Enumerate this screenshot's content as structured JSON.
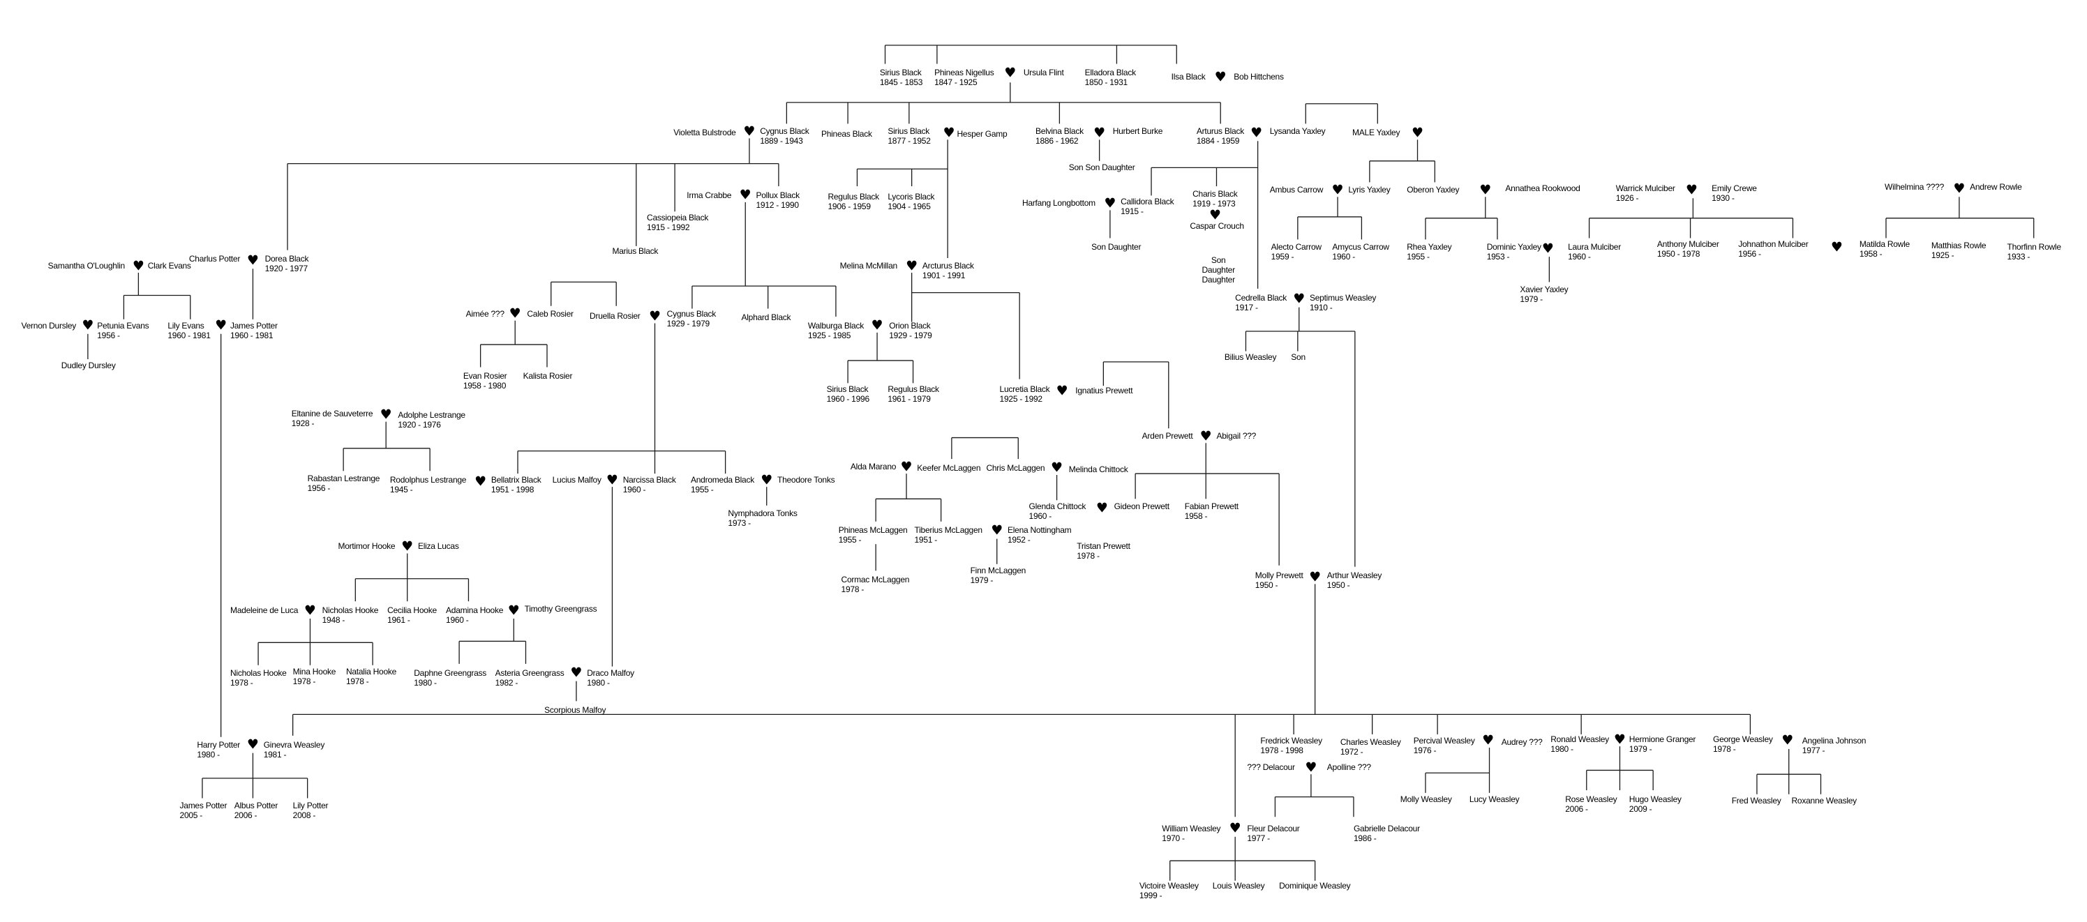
{
  "title": "Family tree",
  "colors": {
    "line": "#1a1a1a",
    "text": "#000000",
    "heart": "#000000",
    "background": "#ffffff"
  },
  "people": [
    {
      "name": "Sirius Black",
      "dates": "1845 - 1853"
    },
    {
      "name": "Phineas Nigellus",
      "dates": "1847 - 1925"
    },
    {
      "name": "Ursula Flint"
    },
    {
      "name": "Elladora Black",
      "dates": "1850 - 1931"
    },
    {
      "name": "Ilsa Black"
    },
    {
      "name": "Bob Hittchens"
    },
    {
      "name": "Violetta Bulstrode"
    },
    {
      "name": "Cygnus Black",
      "dates": "1889 - 1943"
    },
    {
      "name": "Phineas Black"
    },
    {
      "name": "Sirius Black",
      "dates": "1877 - 1952"
    },
    {
      "name": "Hesper Gamp"
    },
    {
      "name": "Belvina Black",
      "dates": "1886 - 1962"
    },
    {
      "name": "Hurbert Burke"
    },
    {
      "name": "Arturus Black",
      "dates": "1884 - 1959"
    },
    {
      "name": "Lysanda Yaxley"
    },
    {
      "name": "MALE Yaxley"
    },
    {
      "name": "Son Son Daughter"
    },
    {
      "name": "Irma Crabbe"
    },
    {
      "name": "Pollux Black",
      "dates": "1912 - 1990"
    },
    {
      "name": "Cassiopeia Black",
      "dates": "1915 - 1992"
    },
    {
      "name": "Marius Black"
    },
    {
      "name": "Charlus Potter"
    },
    {
      "name": "Dorea Black",
      "dates": "1920 - 1977"
    },
    {
      "name": "Samantha O'Loughlin"
    },
    {
      "name": "Clark Evans"
    },
    {
      "name": "Vernon Dursley"
    },
    {
      "name": "Petunia Evans",
      "dates": "1956 -"
    },
    {
      "name": "Dudley Dursley"
    },
    {
      "name": "Lily Evans",
      "dates": "1960 - 1981"
    },
    {
      "name": "James Potter",
      "dates": "1960 - 1981"
    },
    {
      "name": "Regulus Black",
      "dates": "1906 - 1959"
    },
    {
      "name": "Lycoris Black",
      "dates": "1904 - 1965"
    },
    {
      "name": "Melina McMillan"
    },
    {
      "name": "Arcturus Black",
      "dates": "1901 - 1991"
    },
    {
      "name": "Harfang Longbottom"
    },
    {
      "name": "Callidora Black",
      "dates": "1915 -"
    },
    {
      "name": "Son Daughter"
    },
    {
      "name": "Charis Black",
      "dates": "1919 - 1973"
    },
    {
      "name": "Caspar Crouch"
    },
    {
      "name": "Son\nDaughter\nDaughter"
    },
    {
      "name": "Cedrella Black",
      "dates": "1917 -"
    },
    {
      "name": "Septimus Weasley",
      "dates": "1910 -"
    },
    {
      "name": "Bilius Weasley"
    },
    {
      "name": "Son"
    },
    {
      "name": "Ambus Carrow"
    },
    {
      "name": "Lyris Yaxley"
    },
    {
      "name": "Alecto Carrow",
      "dates": "1959 -"
    },
    {
      "name": "Amycus Carrow",
      "dates": "1960 -"
    },
    {
      "name": "Oberon Yaxley"
    },
    {
      "name": "Annathea Rookwood"
    },
    {
      "name": "Rhea Yaxley",
      "dates": "1955 -"
    },
    {
      "name": "Dominic Yaxley",
      "dates": "1953 -"
    },
    {
      "name": "Xavier Yaxley",
      "dates": "1979 -"
    },
    {
      "name": "Warrick Mulciber",
      "dates": "1926 -"
    },
    {
      "name": "Emily Crewe",
      "dates": "1930 -"
    },
    {
      "name": "Laura Mulciber",
      "dates": "1960 -"
    },
    {
      "name": "Anthony Mulciber",
      "dates": "1950 - 1978"
    },
    {
      "name": "Johnathon Mulciber",
      "dates": "1956 -"
    },
    {
      "name": "Wilhelmina ????"
    },
    {
      "name": "Andrew Rowle"
    },
    {
      "name": "Matilda Rowle",
      "dates": "1958 -"
    },
    {
      "name": "Matthias Rowle",
      "dates": "1925 -"
    },
    {
      "name": "Thorfinn Rowle",
      "dates": "1933 -"
    },
    {
      "name": "Aimée ???"
    },
    {
      "name": "Caleb Rosier"
    },
    {
      "name": "Evan Rosier",
      "dates": "1958 - 1980"
    },
    {
      "name": "Kalista Rosier"
    },
    {
      "name": "Druella Rosier"
    },
    {
      "name": "Cygnus Black",
      "dates": "1929 - 1979"
    },
    {
      "name": "Alphard Black"
    },
    {
      "name": "Walburga Black",
      "dates": "1925 - 1985"
    },
    {
      "name": "Orion Black",
      "dates": "1929 - 1979"
    },
    {
      "name": "Sirius Black",
      "dates": "1960 - 1996"
    },
    {
      "name": "Regulus Black",
      "dates": "1961 - 1979"
    },
    {
      "name": "Lucretia Black",
      "dates": "1925 - 1992"
    },
    {
      "name": "Ignatius Prewett"
    },
    {
      "name": "Arden Prewett"
    },
    {
      "name": "Abigail ???"
    },
    {
      "name": "Alda Marano"
    },
    {
      "name": "Keefer McLaggen"
    },
    {
      "name": "Chris McLaggen"
    },
    {
      "name": "Melinda Chittock"
    },
    {
      "name": "Glenda Chittock",
      "dates": "1960 -"
    },
    {
      "name": "Gideon Prewett"
    },
    {
      "name": "Fabian Prewett",
      "dates": "1958 -"
    },
    {
      "name": "Tristan Prewett",
      "dates": "1978 -"
    },
    {
      "name": "Phineas McLaggen",
      "dates": "1955 -"
    },
    {
      "name": "Tiberius McLaggen",
      "dates": "1951 -"
    },
    {
      "name": "Elena Nottingham",
      "dates": "1952 -"
    },
    {
      "name": "Cormac McLaggen",
      "dates": "1978 -"
    },
    {
      "name": "Finn McLaggen",
      "dates": "1979 -"
    },
    {
      "name": "Molly Prewett",
      "dates": "1950 -"
    },
    {
      "name": "Arthur Weasley",
      "dates": "1950 -"
    },
    {
      "name": "Eltanine de Sauveterre",
      "dates": "1928 -"
    },
    {
      "name": "Adolphe Lestrange",
      "dates": "1920 - 1976"
    },
    {
      "name": "Rabastan Lestrange",
      "dates": "1956 -"
    },
    {
      "name": "Rodolphus Lestrange",
      "dates": "1945 -"
    },
    {
      "name": "Bellatrix Black",
      "dates": "1951 - 1998"
    },
    {
      "name": "Lucius Malfoy"
    },
    {
      "name": "Narcissa Black",
      "dates": "1960 -"
    },
    {
      "name": "Andromeda Black",
      "dates": "1955 -"
    },
    {
      "name": "Theodore Tonks"
    },
    {
      "name": "Nymphadora Tonks",
      "dates": "1973 -"
    },
    {
      "name": "Mortimor Hooke"
    },
    {
      "name": "Eliza Lucas"
    },
    {
      "name": "Madeleine de Luca"
    },
    {
      "name": "Nicholas Hooke",
      "dates": "1948 -"
    },
    {
      "name": "Cecilia Hooke",
      "dates": "1961 -"
    },
    {
      "name": "Adamina Hooke",
      "dates": "1960 -"
    },
    {
      "name": "Timothy Greengrass"
    },
    {
      "name": "Nicholas Hooke",
      "dates": "1978 -"
    },
    {
      "name": "Mina Hooke",
      "dates": "1978 -"
    },
    {
      "name": "Natalia Hooke",
      "dates": "1978 -"
    },
    {
      "name": "Daphne Greengrass",
      "dates": "1980 -"
    },
    {
      "name": "Asteria Greengrass",
      "dates": "1982 -"
    },
    {
      "name": "Draco Malfoy",
      "dates": "1980 -"
    },
    {
      "name": "Scorpious Malfoy"
    },
    {
      "name": "Harry Potter",
      "dates": "1980 -"
    },
    {
      "name": "Ginevra Weasley",
      "dates": "1981 -"
    },
    {
      "name": "James Potter",
      "dates": "2005 -"
    },
    {
      "name": "Albus Potter",
      "dates": "2006 -"
    },
    {
      "name": "Lily Potter",
      "dates": "2008 -"
    },
    {
      "name": "Fredrick Weasley",
      "dates": "1978 - 1998"
    },
    {
      "name": "Charles Weasley",
      "dates": "1972 -"
    },
    {
      "name": "Percival Weasley",
      "dates": "1976 -"
    },
    {
      "name": "Audrey ???"
    },
    {
      "name": "Ronald Weasley",
      "dates": "1980 -"
    },
    {
      "name": "Hermione Granger",
      "dates": "1979 -"
    },
    {
      "name": "George Weasley",
      "dates": "1978 -"
    },
    {
      "name": "Angelina Johnson",
      "dates": "1977 -"
    },
    {
      "name": "??? Delacour"
    },
    {
      "name": "Apolline ???"
    },
    {
      "name": "William Weasley",
      "dates": "1970 -"
    },
    {
      "name": "Fleur Delacour",
      "dates": "1977 -"
    },
    {
      "name": "Gabrielle Delacour",
      "dates": "1986 -"
    },
    {
      "name": "Victoire Weasley",
      "dates": "1999 -"
    },
    {
      "name": "Louis Weasley"
    },
    {
      "name": "Dominique Weasley"
    },
    {
      "name": "Molly Weasley"
    },
    {
      "name": "Lucy Weasley"
    },
    {
      "name": "Rose Weasley",
      "dates": "2006 -"
    },
    {
      "name": "Hugo Weasley",
      "dates": "2009 -"
    },
    {
      "name": "Fred Weasley"
    },
    {
      "name": "Roxanne Weasley"
    }
  ]
}
